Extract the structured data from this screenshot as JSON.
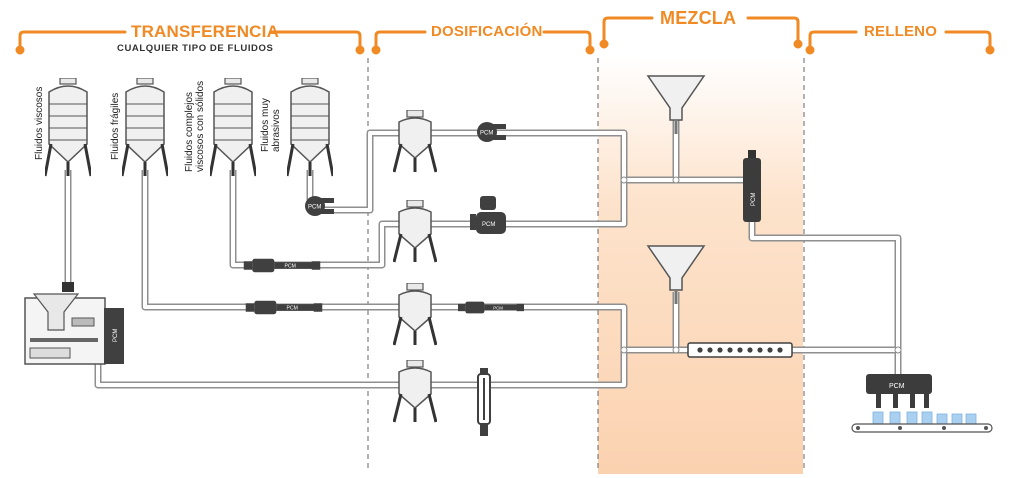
{
  "sections": {
    "transferencia": {
      "title": "TRANSFERENCIA",
      "subtitle": "CUALQUIER TIPO DE FLUIDOS"
    },
    "dosificacion": {
      "title": "DOSIFICACIÓN"
    },
    "mezcla": {
      "title": "MEZCLA"
    },
    "relleno": {
      "title": "RELLENO"
    }
  },
  "tanks": [
    {
      "label": "Fluidos viscosos"
    },
    {
      "label": "Fluidos frágiles"
    },
    {
      "label_line1": "Fluidos complejos",
      "label_line2": "viscosos con sólidos"
    },
    {
      "label_line1": "Fluidos muy",
      "label_line2": "abrasivos"
    }
  ],
  "pump_label": "PCM",
  "colors": {
    "accent": "#f08a24",
    "pipe": "#9a9a9a",
    "mix_bg": "#fbd9bd"
  }
}
